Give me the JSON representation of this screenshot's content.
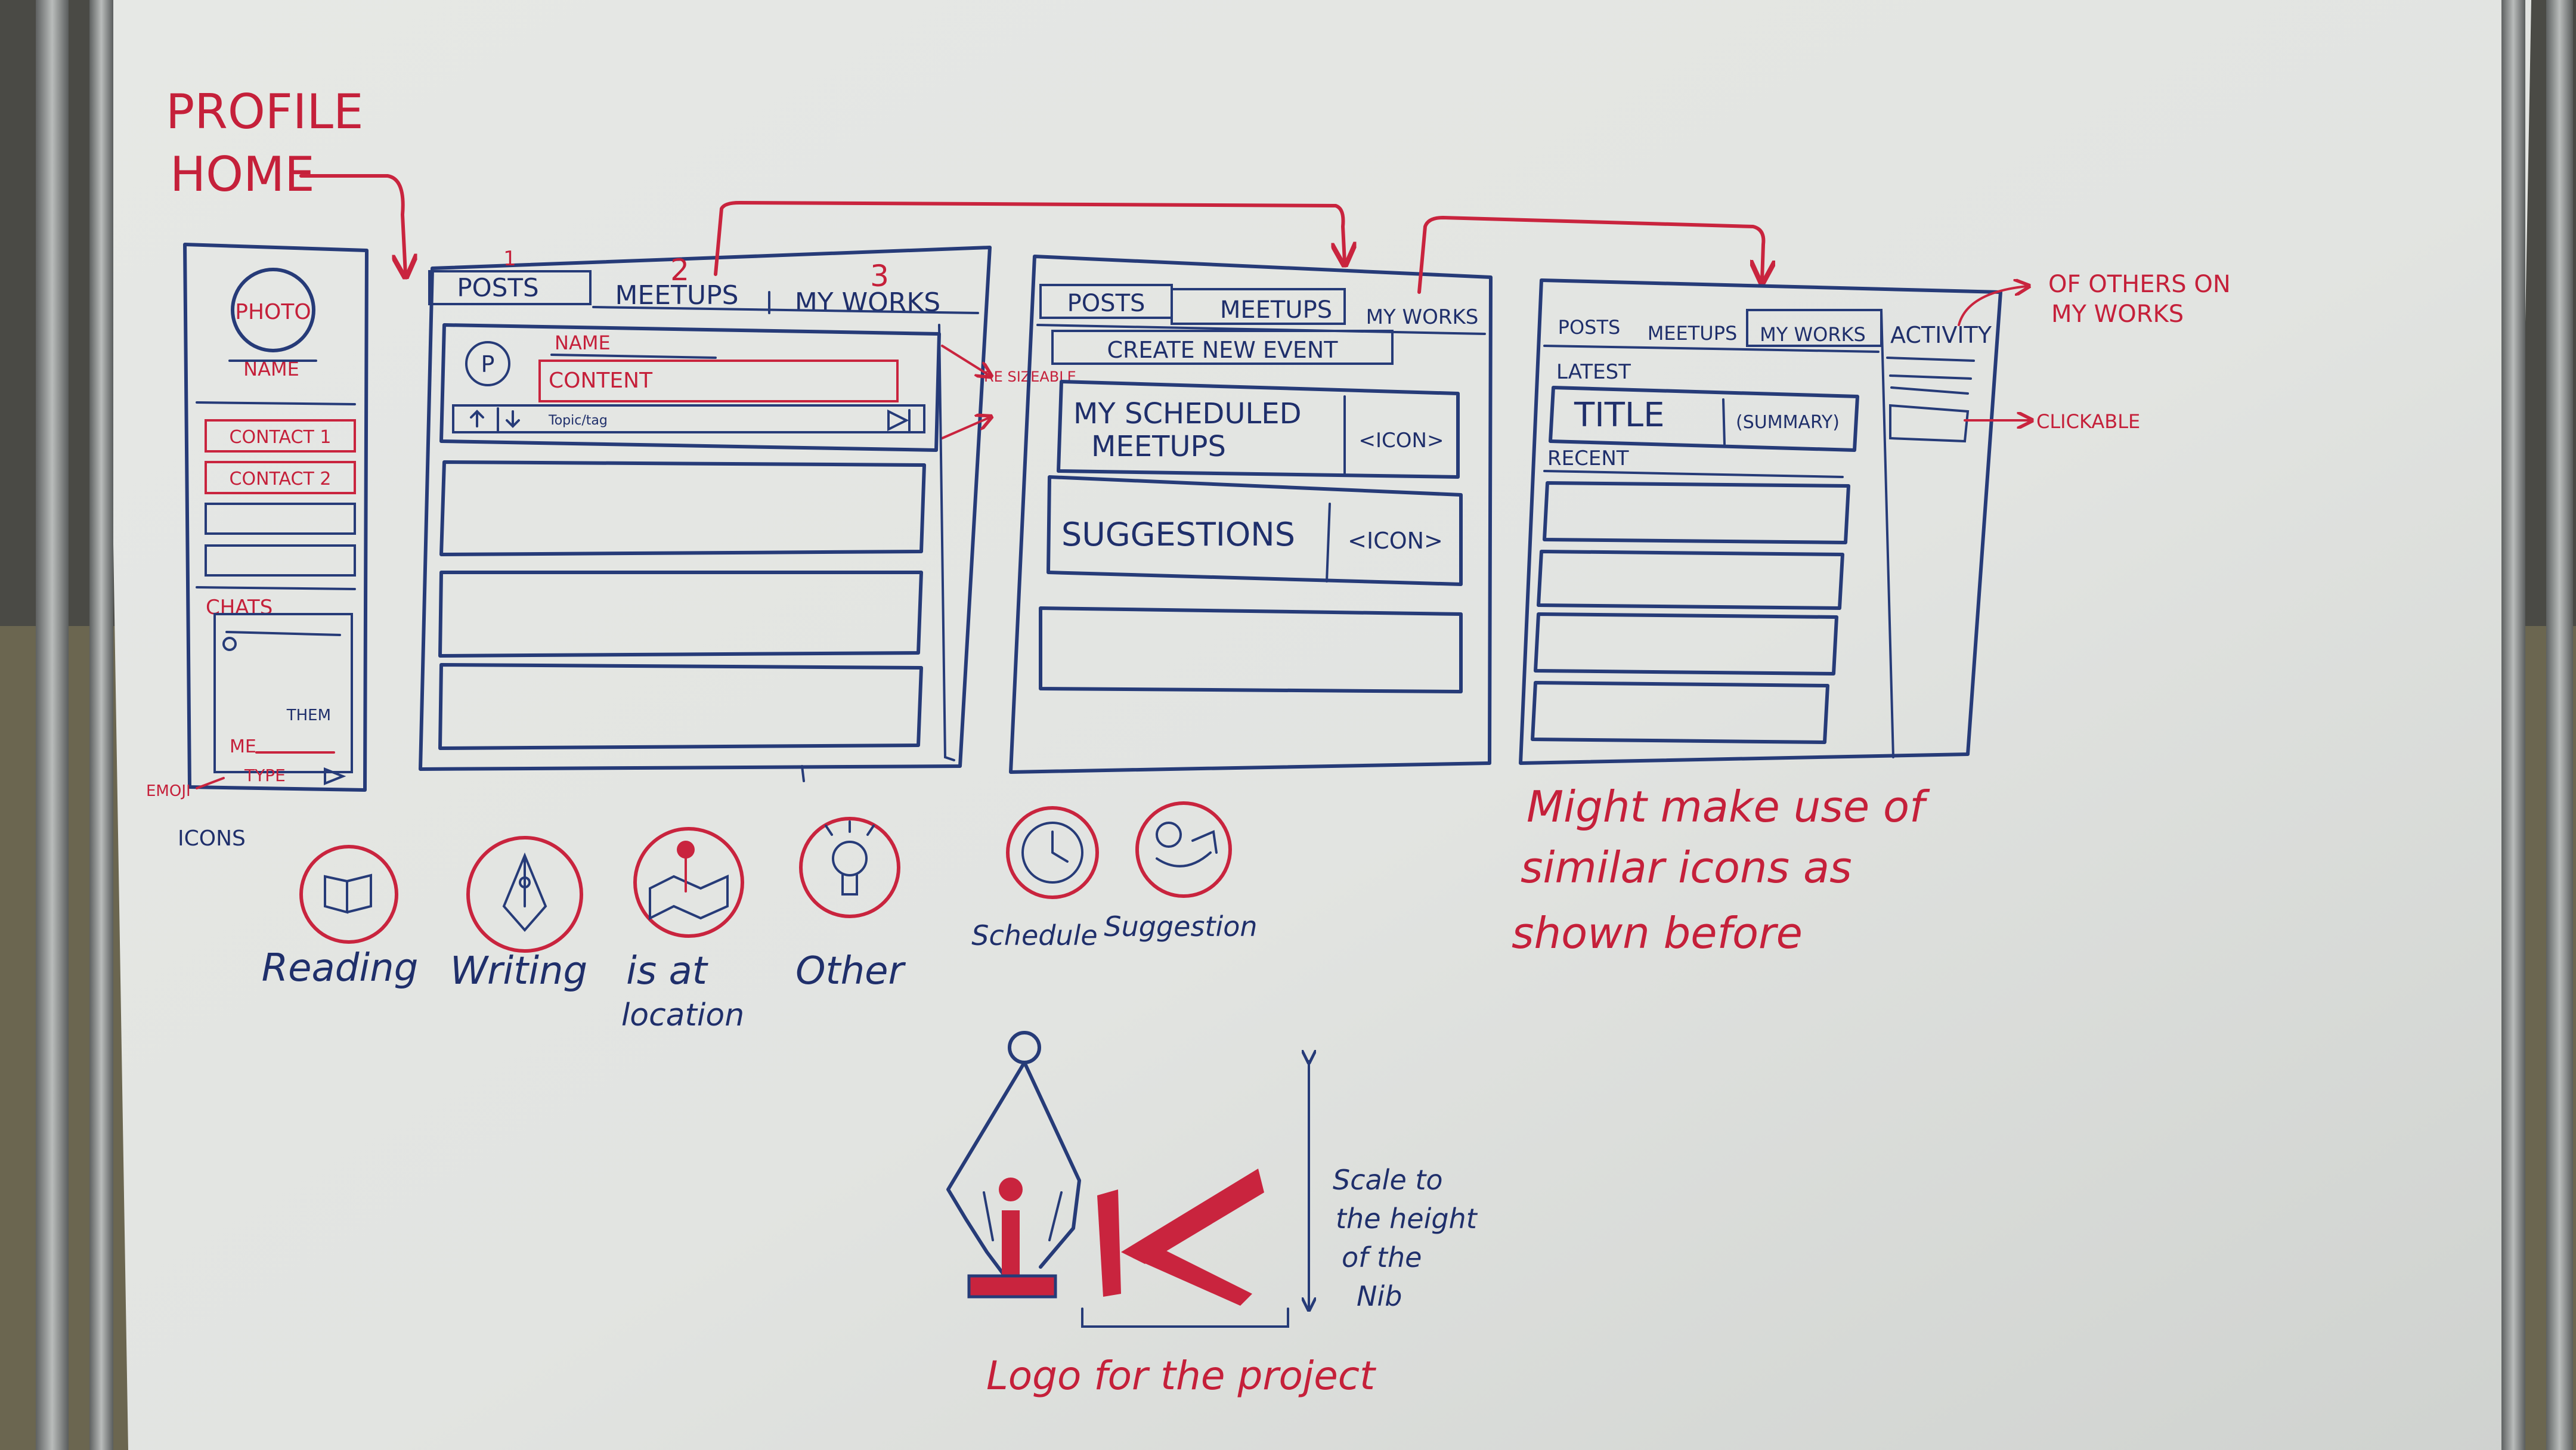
{
  "labels": {
    "profile": "PROFILE",
    "home": "HOME",
    "icons_heading": "ICONS",
    "emoji": "EMOJI"
  },
  "profile_sidebar": {
    "photo": "PHOTO",
    "name": "NAME",
    "contacts": [
      "CONTACT 1",
      "CONTACT 2"
    ],
    "chats": "CHATS",
    "them": "THEM",
    "me": "ME",
    "type": "TYPE"
  },
  "panel_posts": {
    "tabs": [
      "POSTS",
      "MEETUPS",
      "MY WORKS"
    ],
    "tab_numbers": [
      "1",
      "2",
      "3"
    ],
    "post_avatar": "P",
    "post_name": "NAME",
    "post_content": "CONTENT",
    "post_topic": "Topic/tag",
    "resizeable_note": "RE SIZEABLE"
  },
  "panel_meetups": {
    "tabs": [
      "POSTS",
      "MEETUPS",
      "MY WORKS"
    ],
    "create_event": "CREATE NEW EVENT",
    "scheduled_title_line1": "MY SCHEDULED",
    "scheduled_title_line2": "MEETUPS",
    "scheduled_icon": "<ICON>",
    "suggestions": "SUGGESTIONS",
    "suggestions_icon": "<ICON>"
  },
  "panel_works": {
    "tabs": [
      "POSTS",
      "MEETUPS",
      "MY WORKS"
    ],
    "activity": "ACTIVITY",
    "latest": "LATEST",
    "title": "TITLE",
    "summary": "(SUMMARY)",
    "recent": "RECENT"
  },
  "annotations": {
    "others_line1": "OF OTHERS ON",
    "others_line2": "MY WORKS",
    "clickable": "CLICKABLE",
    "similar_line1": "Might make use of",
    "similar_line2": "similar icons as",
    "similar_line3": "shown before"
  },
  "icon_legend": [
    {
      "label": "Reading",
      "icon": "book-icon"
    },
    {
      "label": "Writing",
      "icon": "pen-nib-icon"
    },
    {
      "label": "is at",
      "label2": "location",
      "icon": "map-pin-icon"
    },
    {
      "label": "Other",
      "icon": "lightbulb-icon"
    },
    {
      "label": "Schedule",
      "icon": "clock-icon"
    },
    {
      "label": "Suggestion",
      "icon": "suggestion-icon"
    }
  ],
  "logo": {
    "caption": "Logo for the project",
    "scale_line1": "Scale to",
    "scale_line2": "the height",
    "scale_line3": "of the",
    "scale_line4": "Nib"
  },
  "colors": {
    "board": "#e4e6e3",
    "blue_marker": "#263b78",
    "red_marker": "#c9243e",
    "frame": "#8e9191"
  }
}
